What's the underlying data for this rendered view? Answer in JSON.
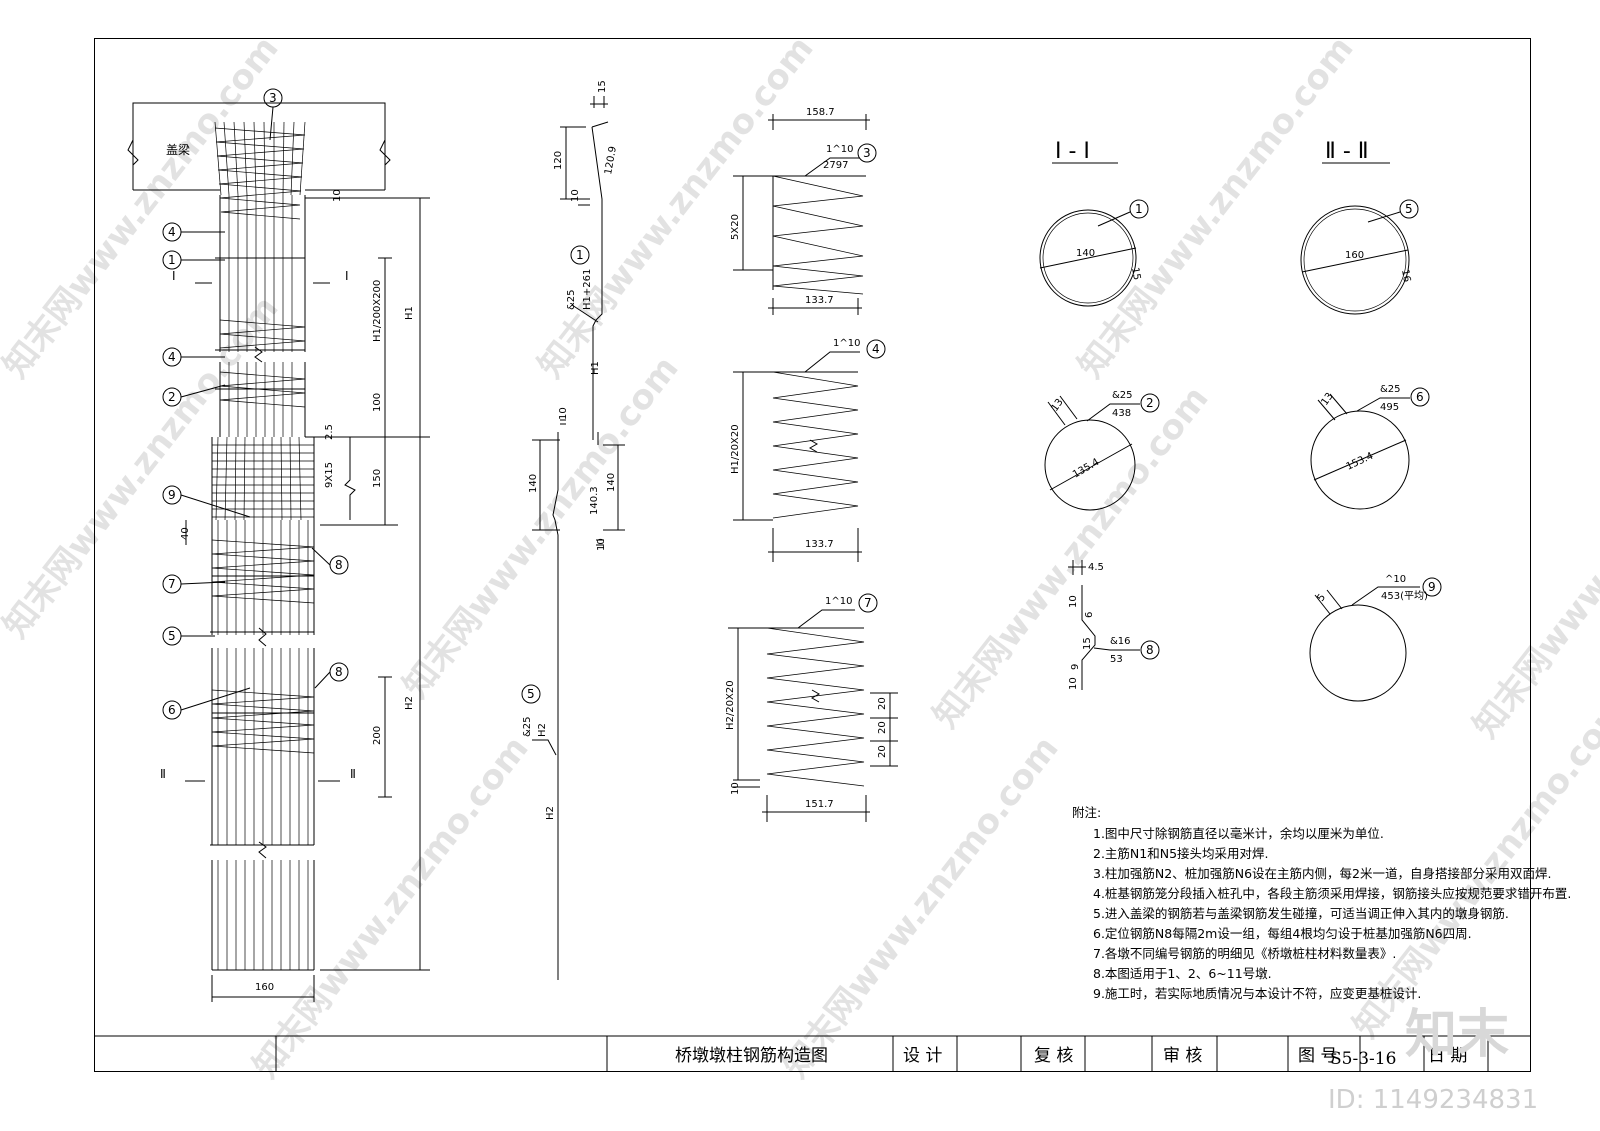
{
  "watermark": {
    "text": "知末网www.znzmo.com",
    "logo": "知末",
    "id": "ID: 1149234831"
  },
  "elevation": {
    "cap_beam_label": "盖梁",
    "width_dim": "160",
    "section_mark_1": "Ⅰ",
    "section_mark_2": "Ⅱ",
    "dims": {
      "h1": "H1",
      "h2": "H2",
      "h1_spacing": "H1/200X200",
      "d100": "100",
      "d150": "150",
      "d9x15": "9X15",
      "d2_5": "2.5",
      "d200": "200",
      "d40": "40",
      "d10": "10"
    },
    "callouts": [
      "3",
      "4",
      "1",
      "4",
      "2",
      "9",
      "8",
      "7",
      "5",
      "8",
      "6"
    ]
  },
  "bars": {
    "n1": {
      "num": "1",
      "spec": "&25",
      "len": "H1+261",
      "h1": "H1",
      "d120": "120",
      "d120_9": "120.9",
      "d10": "10",
      "d15": "15"
    },
    "n5": {
      "num": "5",
      "spec": "&25",
      "len": "H2",
      "h2": "H2",
      "d140": "140",
      "d140_3": "140.3",
      "d140b": "140",
      "d10": "10",
      "d10b": "10"
    }
  },
  "spirals": {
    "s3": {
      "num": "3",
      "spec": "1^10",
      "len": "2797",
      "top": "158.7",
      "bottom": "133.7",
      "pitch": "5X20"
    },
    "s4": {
      "num": "4",
      "spec": "1^10",
      "bottom": "133.7",
      "pitch": "H1/20X20"
    },
    "s7": {
      "num": "7",
      "spec": "1^10",
      "bottom": "151.7",
      "pitch": "H2/20X20",
      "d20a": "20",
      "d20b": "20",
      "d20c": "20",
      "d10": "10"
    }
  },
  "sections": {
    "sec1": {
      "title": "Ⅰ - Ⅰ",
      "dia": "140",
      "num": "1",
      "gap": "15"
    },
    "sec2": {
      "title": "Ⅱ - Ⅱ",
      "dia": "160",
      "num": "5",
      "gap": "16"
    },
    "ring2": {
      "num": "2",
      "spec": "&25",
      "len": "438",
      "dia": "135.4",
      "lap": "13"
    },
    "ring6": {
      "num": "6",
      "spec": "&25",
      "len": "495",
      "dia": "153.4",
      "lap": "13"
    },
    "bar8": {
      "num": "8",
      "spec": "&16",
      "len": "53",
      "d4_5": "4.5",
      "d10a": "10",
      "d6": "6",
      "d15": "15",
      "d9": "9",
      "d10b": "10"
    },
    "ring9": {
      "num": "9",
      "spec": "^10",
      "len": "453(平均)",
      "lap": "5"
    }
  },
  "notes": {
    "title": "附注:",
    "items": [
      "1.图中尺寸除钢筋直径以毫米计，余均以厘米为单位.",
      "2.主筋N1和N5接头均采用对焊.",
      "3.柱加强筋N2、桩加强筋N6设在主筋内侧，每2米一道，自身搭接部分采用双面焊.",
      "4.桩基钢筋笼分段插入桩孔中，各段主筋须采用焊接，钢筋接头应按规范要求错开布置.",
      "5.进入盖梁的钢筋若与盖梁钢筋发生碰撞，可适当调正伸入其内的墩身钢筋.",
      "6.定位钢筋N8每隔2m设一组，每组4根均匀设于桩基加强筋N6四周.",
      "7.各墩不同编号钢筋的明细见《桥墩桩柱材料数量表》.",
      "8.本图适用于1、2、6~11号墩.",
      "9.施工时，若实际地质情况与本设计不符，应变更基桩设计."
    ]
  },
  "title_block": {
    "drawing_title": "桥墩墩柱钢筋构造图",
    "design": "设 计",
    "check": "复 核",
    "review": "审 核",
    "drawing_no_label": "图 号",
    "drawing_no": "S5-3-16",
    "date_label": "日 期"
  }
}
